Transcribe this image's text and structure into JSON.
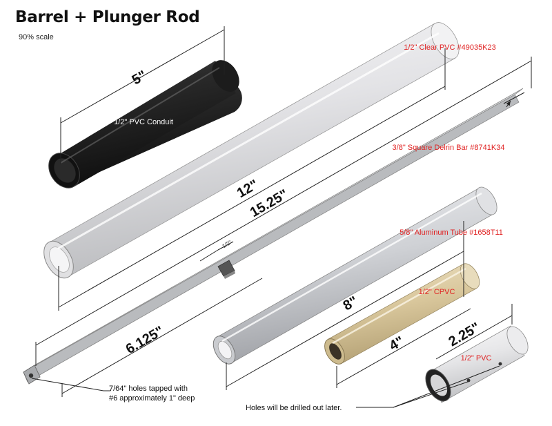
{
  "title": "Barrel + Plunger Rod",
  "subtitle": "90% scale",
  "parts": {
    "pvc_conduit": {
      "label": "1/2\" PVC Conduit",
      "length": "5\""
    },
    "clear_pvc": {
      "label": "1/2\" Clear PVC #49035K23",
      "length": "12\""
    },
    "delrin_bar": {
      "label": "3/8\" Square Delrin Bar #8741K34",
      "length": "15.25\"",
      "notch_length": "6.125\"",
      "notch_width": "1/2\""
    },
    "aluminum_tube": {
      "label": "5/8\" Aluminum Tube #1658T11",
      "length": "8\""
    },
    "cpvc": {
      "label": "1/2\" CPVC",
      "length": "4\""
    },
    "short_pvc": {
      "label": "1/2\" PVC",
      "length": "2.25\""
    }
  },
  "notes": {
    "holes_tapped_line1": "7/64\" holes tapped with",
    "holes_tapped_line2": "#6 approximately 1\" deep",
    "holes_drilled": "Holes will be drilled out later."
  },
  "colors": {
    "part_label": "#e02020",
    "conduit": "#222222",
    "clear_pvc": "#e8e8ea",
    "aluminum": "#d4d6da",
    "cpvc": "#dccca2",
    "delrin": "#cfd1d3"
  }
}
